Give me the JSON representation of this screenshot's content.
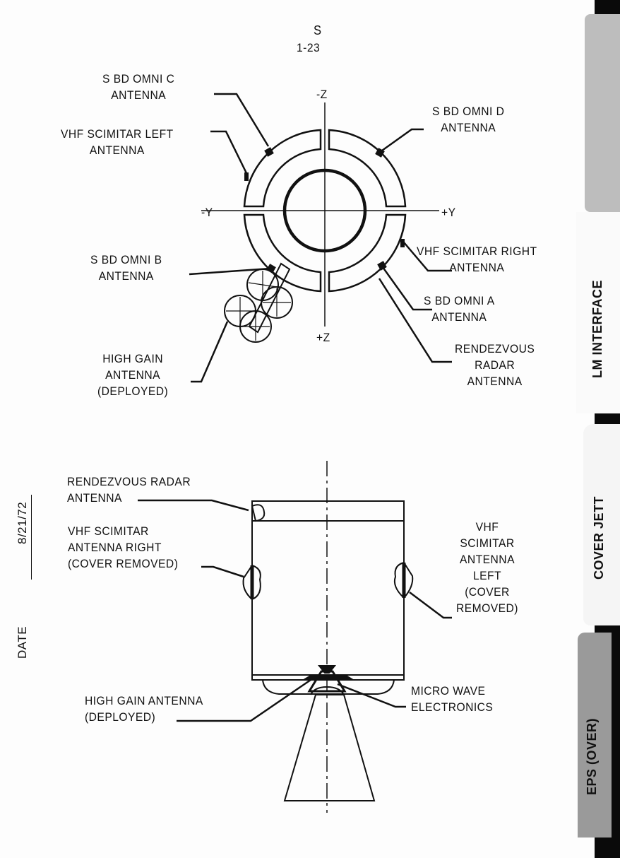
{
  "page": {
    "section": "S",
    "page_number": "1-23"
  },
  "date": {
    "label": "DATE",
    "value": "8/21/72"
  },
  "tabs": [
    {
      "label": "LM INTERFACE"
    },
    {
      "label": "COVER JETT"
    },
    {
      "label": "EPS (OVER)"
    }
  ],
  "top_view": {
    "axes": {
      "neg_z": "-Z",
      "pos_z": "+Z",
      "neg_y": "-Y",
      "pos_y": "+Y"
    },
    "labels": {
      "omni_c": [
        "S BD OMNI C",
        "ANTENNA"
      ],
      "vhf_left": [
        "VHF SCIMITAR LEFT",
        "ANTENNA"
      ],
      "omni_d": [
        "S BD OMNI D",
        "ANTENNA"
      ],
      "omni_b": [
        "S BD OMNI B",
        "ANTENNA"
      ],
      "vhf_right": [
        "VHF SCIMITAR RIGHT",
        "ANTENNA"
      ],
      "omni_a": [
        "S BD OMNI A",
        "ANTENNA"
      ],
      "rendezvous": [
        "RENDEZVOUS",
        "RADAR",
        "ANTENNA"
      ],
      "high_gain": [
        "HIGH GAIN",
        "ANTENNA",
        "(DEPLOYED)"
      ]
    }
  },
  "side_view": {
    "labels": {
      "rendezvous": [
        "RENDEZVOUS RADAR",
        "ANTENNA"
      ],
      "vhf_right": [
        "VHF SCIMITAR",
        "ANTENNA RIGHT",
        "(COVER REMOVED)"
      ],
      "vhf_left": [
        "VHF",
        "SCIMITAR",
        "ANTENNA",
        "LEFT",
        "(COVER",
        "REMOVED)"
      ],
      "high_gain": [
        "HIGH GAIN ANTENNA",
        "(DEPLOYED)"
      ],
      "microwave": [
        "MICRO WAVE",
        "ELECTRONICS"
      ]
    }
  }
}
